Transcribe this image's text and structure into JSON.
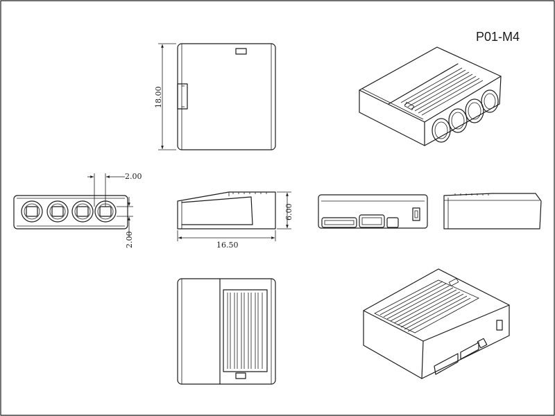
{
  "part_number": "P01-M4",
  "dimensions": {
    "height": "18.00",
    "pitch_horizontal": "2.00",
    "pitch_vertical": "2.00",
    "thickness": "6.00",
    "length": "16.50"
  }
}
